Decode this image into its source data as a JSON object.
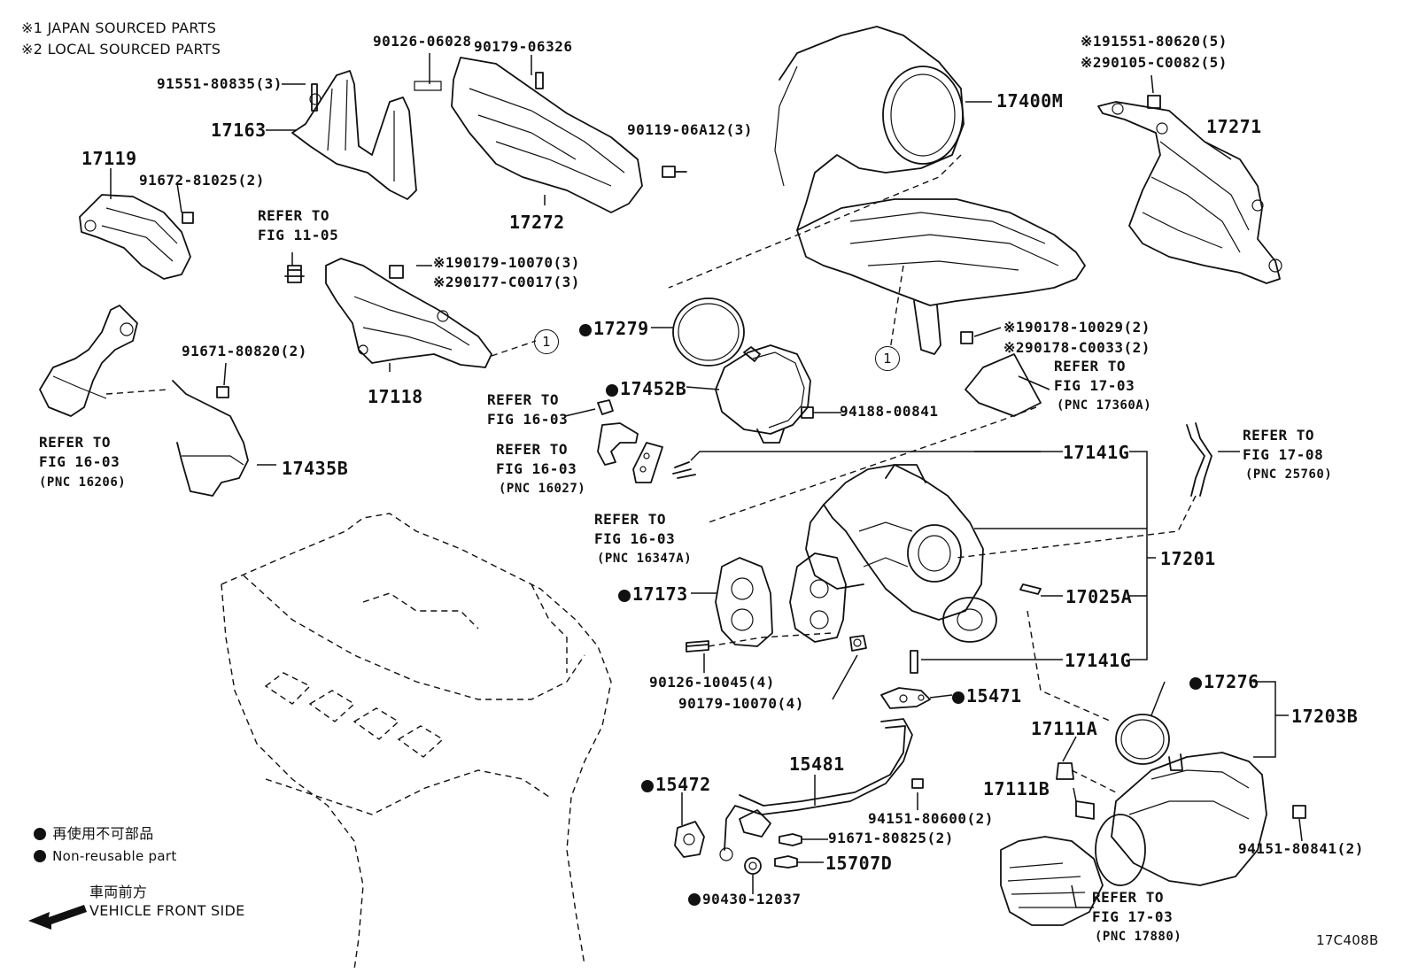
{
  "header_notes": {
    "line1": "※1 JAPAN SOURCED PARTS",
    "line2": "※2 LOCAL SOURCED PARTS"
  },
  "labels": {
    "p90126_06028": "90126-06028",
    "p90179_06326": "90179-06326",
    "p91551_80835": "91551-80835(3)",
    "p17163": "17163",
    "p90119_06A12": "90119-06A12(3)",
    "p17119": "17119",
    "p91672_81025": "91672-81025(2)",
    "p17272": "17272",
    "refer_11_05_a": "REFER TO",
    "refer_11_05_b": "FIG 11-05",
    "p90179_10070_j": "※190179-10070(3)",
    "p90177_C0017_l": "※290177-C0017(3)",
    "p91671_80820": "91671-80820(2)",
    "p17118": "17118",
    "refer_16206_a": "REFER TO",
    "refer_16206_b": "FIG 16-03",
    "refer_16206_c": "(PNC 16206)",
    "p17435B": "17435B",
    "p17400M": "17400M",
    "p191551_80620": "※191551-80620(5)",
    "p290105_C0082": "※290105-C0082(5)",
    "p17271": "17271",
    "p17279": "17279",
    "p17452B": "17452B",
    "refer_16_03_top_a": "REFER TO",
    "refer_16_03_top_b": "FIG 16-03",
    "p94188_00841": "94188-00841",
    "p90178_10029": "※190178-10029(2)",
    "p90178_C0033": "※290178-C0033(2)",
    "refer_17360A_a": "REFER TO",
    "refer_17360A_b": "FIG 17-03",
    "refer_17360A_c": "(PNC 17360A)",
    "refer_16027_a": "REFER TO",
    "refer_16027_b": "FIG 16-03",
    "refer_16027_c": "(PNC 16027)",
    "p17141G_top": "17141G",
    "refer_25760_a": "REFER TO",
    "refer_25760_b": "FIG 17-08",
    "refer_25760_c": "(PNC 25760)",
    "refer_16347A_a": "REFER TO",
    "refer_16347A_b": "FIG 16-03",
    "refer_16347A_c": "(PNC 16347A)",
    "p17201": "17201",
    "p17173": "17173",
    "p17025A": "17025A",
    "p90126_10045": "90126-10045(4)",
    "p17141G_bot": "17141G",
    "p90179_10070_4": "90179-10070(4)",
    "p15471": "15471",
    "p17276": "17276",
    "p17203B": "17203B",
    "p17111A": "17111A",
    "p15481": "15481",
    "p17111B": "17111B",
    "p15472": "15472",
    "p94151_80600": "94151-80600(2)",
    "p94151_80841": "94151-80841(2)",
    "p91671_80825": "91671-80825(2)",
    "p15707D": "15707D",
    "p90430_12037": "90430-12037",
    "refer_17880_a": "REFER TO",
    "refer_17880_b": "FIG 17-03",
    "refer_17880_c": "(PNC 17880)",
    "circle_1": "1",
    "circle_1b": "1",
    "figure_code": "17C408B"
  },
  "legend": {
    "jp_nonreusable": "再使用不可部品",
    "en_nonreusable": "Non-reusable part",
    "jp_front": "車両前方",
    "en_front": "VEHICLE FRONT SIDE"
  }
}
